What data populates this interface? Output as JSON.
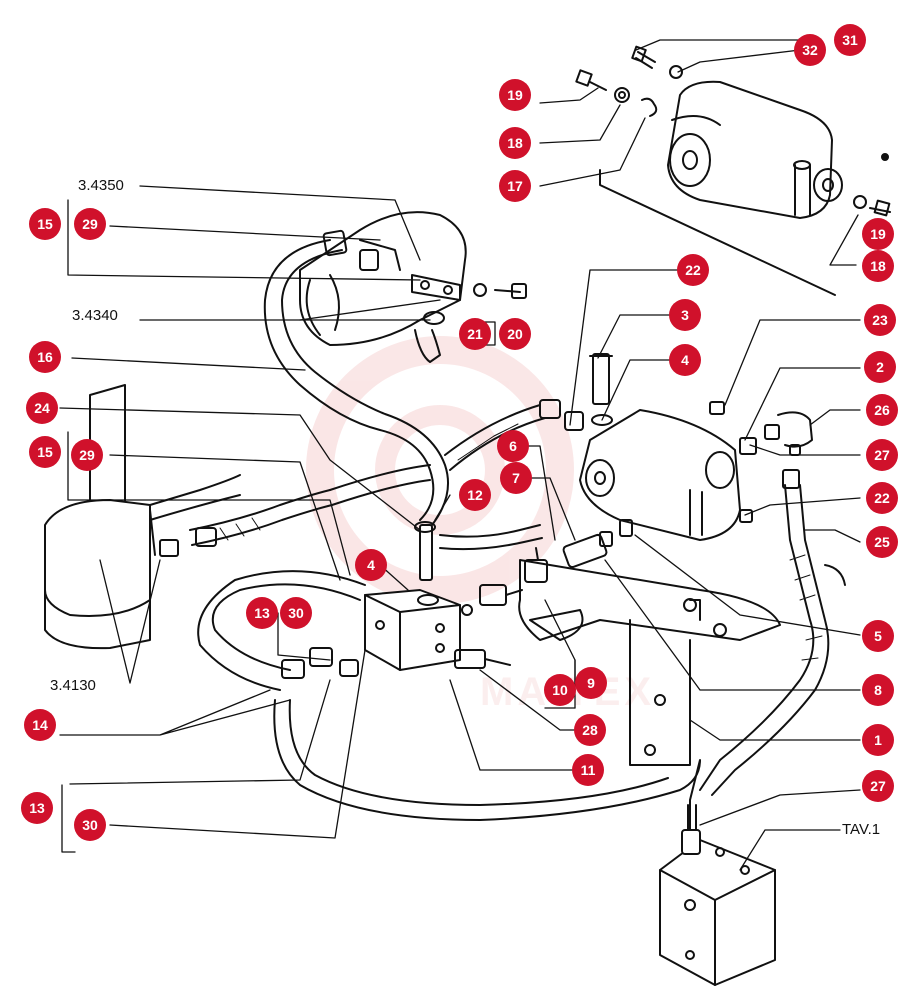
{
  "diagram": {
    "ref_labels": {
      "upper_pump": "3.4350",
      "upper_fittings": "3.4340",
      "left_tank": "3.4130",
      "lower_block": "TAV.1"
    },
    "watermark": "MAITEX",
    "callout_color": "#d0112b",
    "callouts": [
      {
        "key": "c31",
        "num": "31"
      },
      {
        "key": "c32",
        "num": "32"
      },
      {
        "key": "c19a",
        "num": "19"
      },
      {
        "key": "c18a",
        "num": "18"
      },
      {
        "key": "c17",
        "num": "17"
      },
      {
        "key": "c15a",
        "num": "15"
      },
      {
        "key": "c29a",
        "num": "29"
      },
      {
        "key": "c19b",
        "num": "19"
      },
      {
        "key": "c18b",
        "num": "18"
      },
      {
        "key": "c22a",
        "num": "22"
      },
      {
        "key": "c3",
        "num": "3"
      },
      {
        "key": "c23",
        "num": "23"
      },
      {
        "key": "c21",
        "num": "21"
      },
      {
        "key": "c20",
        "num": "20"
      },
      {
        "key": "c16",
        "num": "16"
      },
      {
        "key": "c4a",
        "num": "4"
      },
      {
        "key": "c2",
        "num": "2"
      },
      {
        "key": "c24",
        "num": "24"
      },
      {
        "key": "c26",
        "num": "26"
      },
      {
        "key": "c6",
        "num": "6"
      },
      {
        "key": "c15b",
        "num": "15"
      },
      {
        "key": "c29b",
        "num": "29"
      },
      {
        "key": "c7",
        "num": "7"
      },
      {
        "key": "c27a",
        "num": "27"
      },
      {
        "key": "c12",
        "num": "12"
      },
      {
        "key": "c22b",
        "num": "22"
      },
      {
        "key": "c25",
        "num": "25"
      },
      {
        "key": "c4b",
        "num": "4"
      },
      {
        "key": "c13a",
        "num": "13"
      },
      {
        "key": "c30a",
        "num": "30"
      },
      {
        "key": "c5",
        "num": "5"
      },
      {
        "key": "c9",
        "num": "9"
      },
      {
        "key": "c10",
        "num": "10"
      },
      {
        "key": "c8",
        "num": "8"
      },
      {
        "key": "c14",
        "num": "14"
      },
      {
        "key": "c28",
        "num": "28"
      },
      {
        "key": "c1",
        "num": "1"
      },
      {
        "key": "c11",
        "num": "11"
      },
      {
        "key": "c27b",
        "num": "27"
      },
      {
        "key": "c13b",
        "num": "13"
      },
      {
        "key": "c30b",
        "num": "30"
      }
    ]
  }
}
